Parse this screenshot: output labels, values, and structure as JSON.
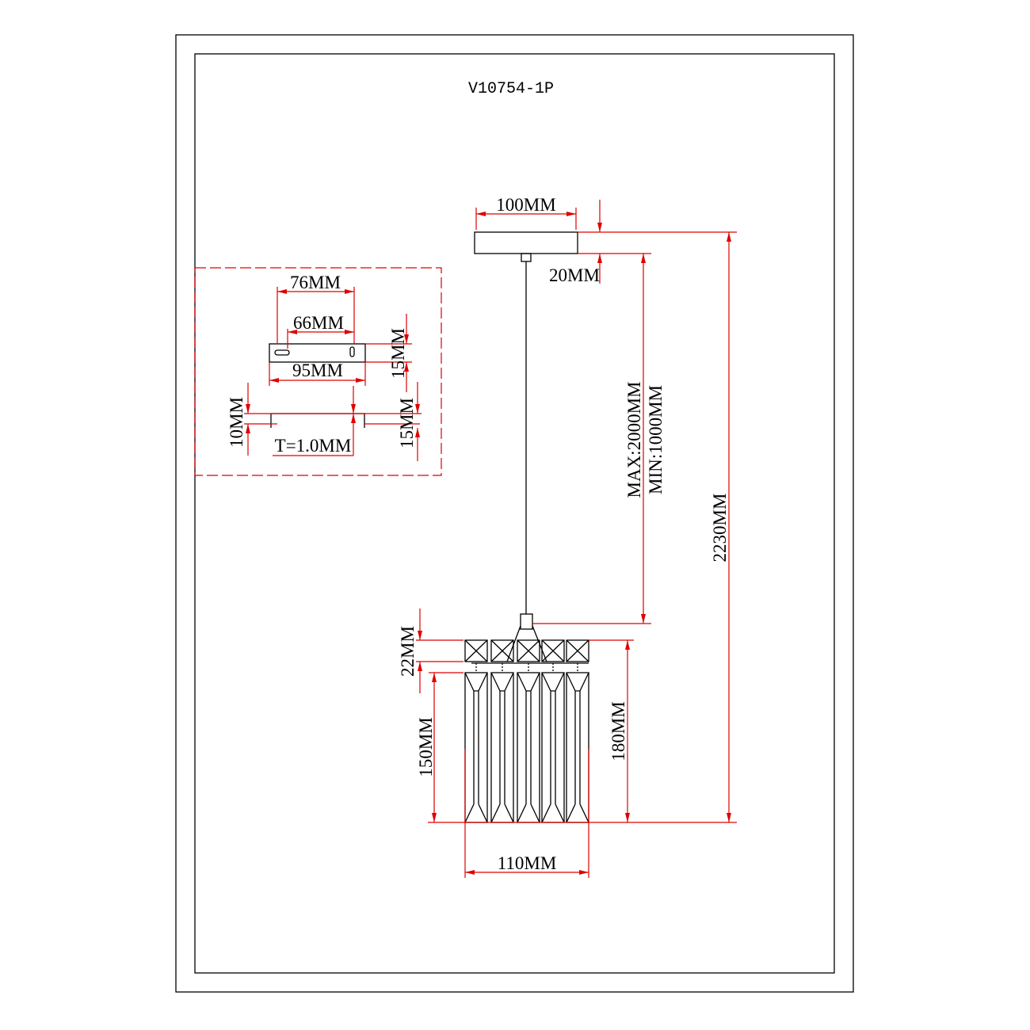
{
  "title": "V10754-1P",
  "colors": {
    "dimension": "#e00000",
    "outline": "#000000"
  },
  "dimensions": {
    "canopy_width": "100MM",
    "canopy_height": "20MM",
    "cord_length": "MAX:2000MM",
    "cord_length_min": "MIN:1000MM",
    "total_height": "2230MM",
    "top_row_height": "22MM",
    "crystal_height": "150MM",
    "shade_height": "180MM",
    "shade_width": "110MM"
  },
  "bracket": {
    "hole_spacing_outer": "76MM",
    "hole_spacing_inner": "66MM",
    "length": "95MM",
    "width": "15MM",
    "side_height": "10MM",
    "side_depth": "15MM",
    "thickness": "T=1.0MM"
  }
}
